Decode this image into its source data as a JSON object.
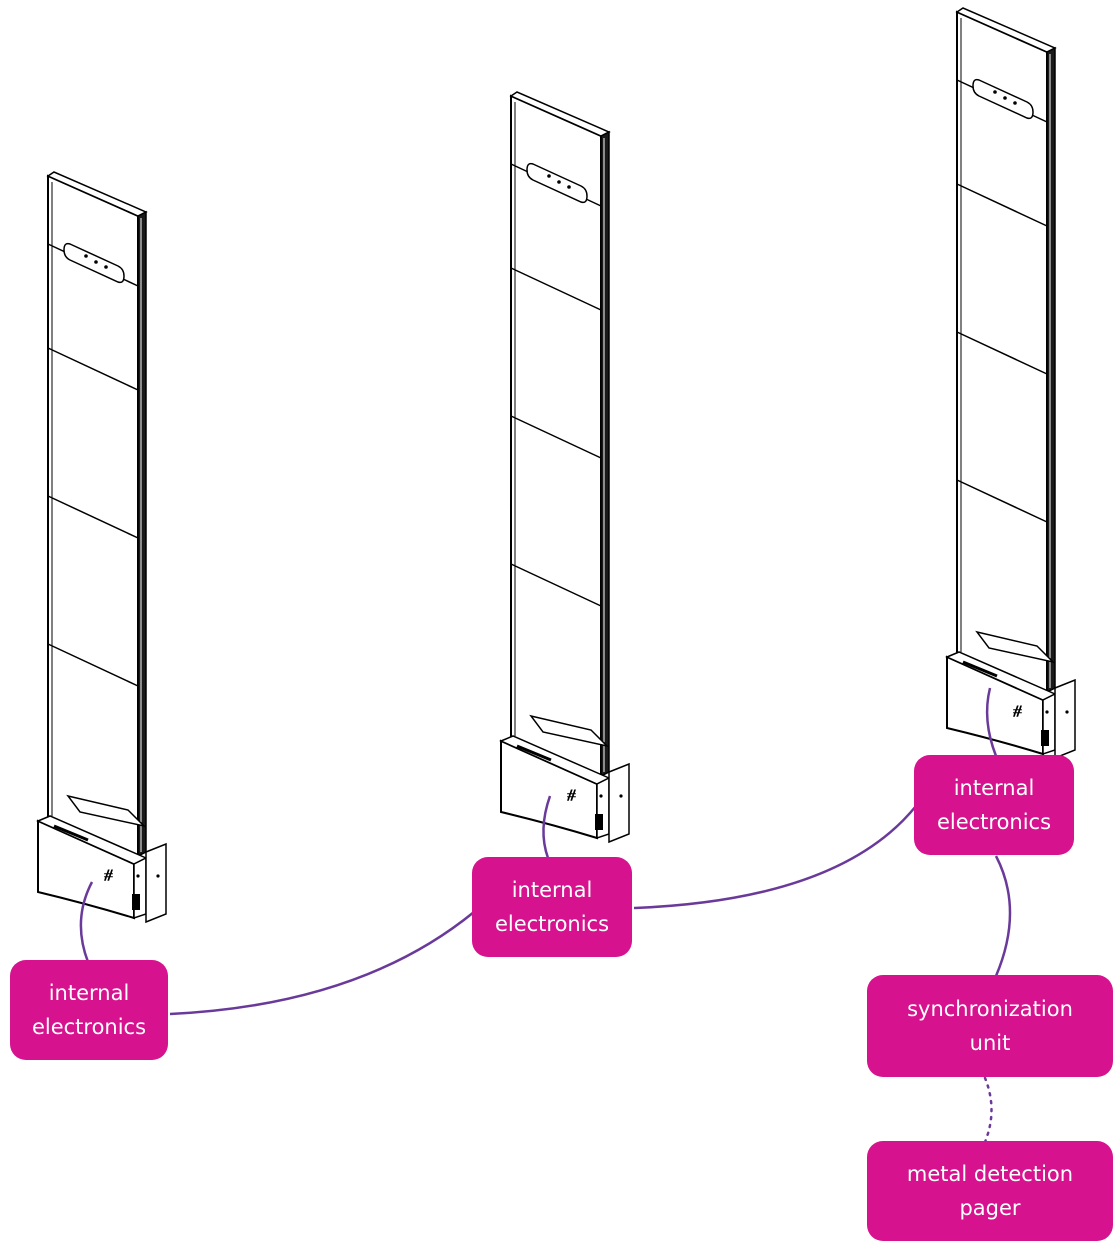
{
  "colors": {
    "label_fill": "#d6128f",
    "label_text": "#ffffff",
    "connector": "#6a3a9a",
    "drawing_line": "#000000"
  },
  "pedestals": [
    {
      "name": "pedestal-left"
    },
    {
      "name": "pedestal-middle"
    },
    {
      "name": "pedestal-right"
    }
  ],
  "labels": {
    "electronics_left": "internal\nelectronics",
    "electronics_middle": "internal\nelectronics",
    "electronics_right": "internal\nelectronics",
    "sync_unit": "synchronization\nunit",
    "pager": "metal detection\npager"
  },
  "connections": [
    {
      "from": "electronics_left",
      "to": "electronics_middle",
      "style": "solid"
    },
    {
      "from": "electronics_middle",
      "to": "electronics_right",
      "style": "solid"
    },
    {
      "from": "electronics_right",
      "to": "sync_unit",
      "style": "solid"
    },
    {
      "from": "sync_unit",
      "to": "pager",
      "style": "dotted"
    }
  ]
}
